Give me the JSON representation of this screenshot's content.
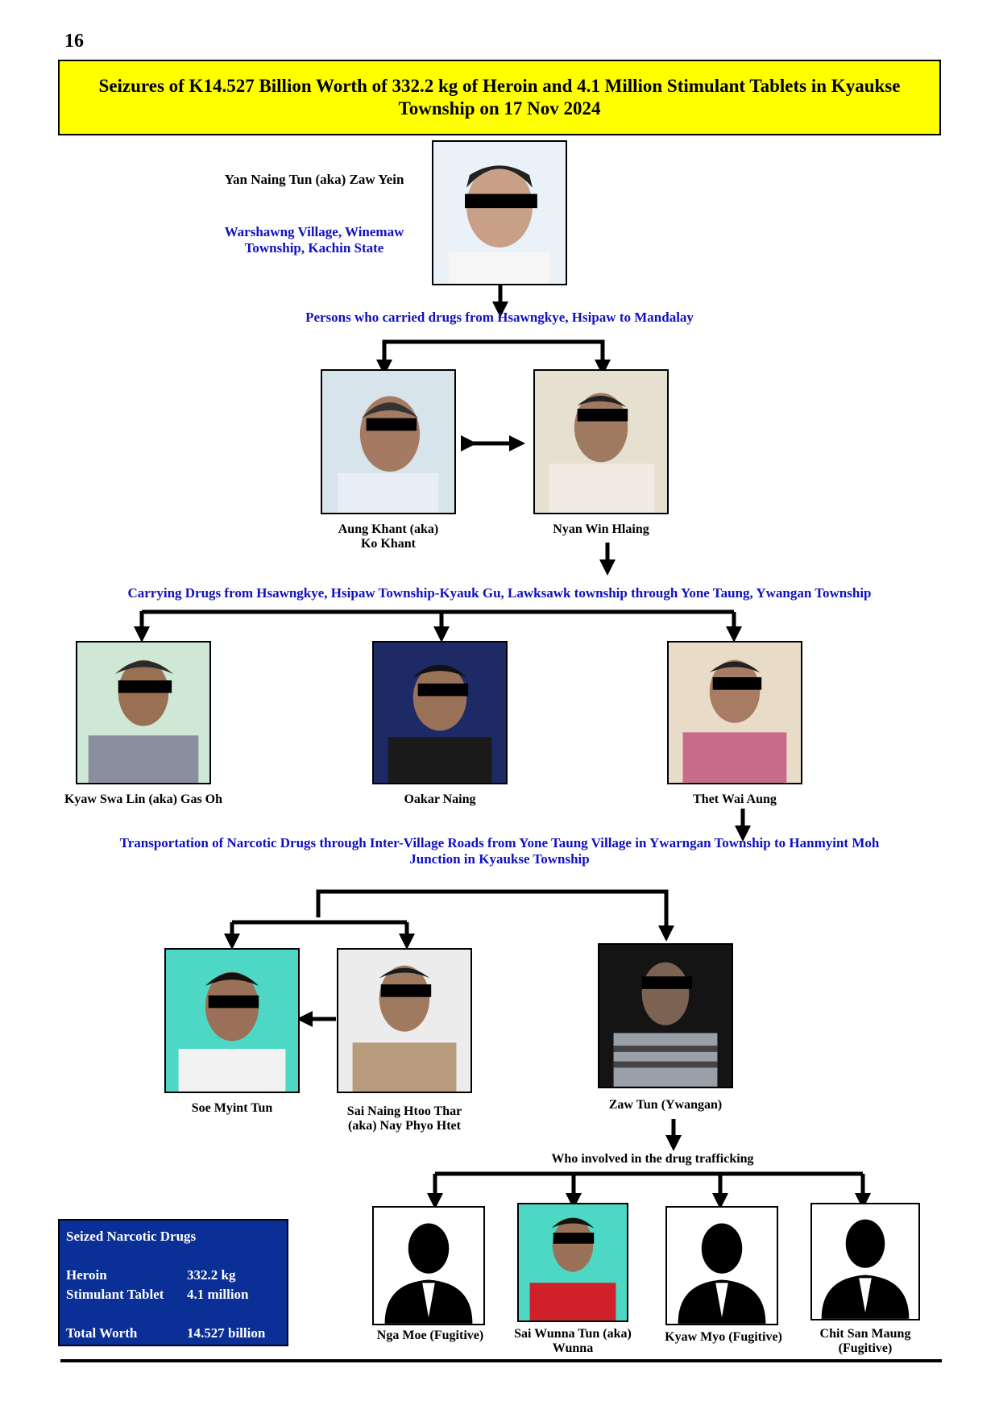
{
  "page_number": "16",
  "title": "Seizures of K14.527 Billion Worth of 332.2 kg of Heroin and 4.1 Million Stimulant Tablets in Kyaukse Township on 17 Nov 2024",
  "top_person": {
    "name": "Yan Naing Tun (aka) Zaw Yein",
    "address_line1": "Warshawng Village, Winemaw",
    "address_line2": "Township, Kachin State"
  },
  "section1": "Persons who carried drugs from Hsawngkye, Hsipaw to Mandalay",
  "tier1": [
    {
      "line1": "Aung Khant (aka)",
      "line2": "Ko Khant"
    },
    {
      "line1": "Nyan Win Hlaing",
      "line2": ""
    }
  ],
  "section2": "Carrying Drugs from Hsawngkye, Hsipaw Township-Kyauk Gu, Lawksawk township through Yone Taung,  Ywangan Township",
  "tier2": [
    {
      "name": "Kyaw Swa Lin (aka) Gas Oh"
    },
    {
      "name": "Oakar Naing"
    },
    {
      "name": "Thet Wai Aung"
    }
  ],
  "section3_line1": "Transportation of Narcotic Drugs through Inter-Village Roads from Yone Taung Village in Ywarngan Township to Hanmyint Moh",
  "section3_line2": "Junction in Kyaukse Township",
  "tier3": [
    {
      "line1": "Soe Myint Tun",
      "line2": ""
    },
    {
      "line1": "Sai Naing Htoo Thar",
      "line2": "(aka) Nay Phyo Htet"
    },
    {
      "line1": "Zaw Tun (Ywangan)",
      "line2": ""
    }
  ],
  "section4": "Who involved in the drug trafficking",
  "tier4": [
    {
      "line1": "Nga Moe (Fugitive)",
      "line2": ""
    },
    {
      "line1": "Sai Wunna Tun (aka)",
      "line2": "Wunna"
    },
    {
      "line1": "Kyaw Myo (Fugitive)",
      "line2": ""
    },
    {
      "line1": "Chit San Maung",
      "line2": "(Fugitive)"
    }
  ],
  "summary": {
    "heading": "Seized Narcotic Drugs",
    "rows": [
      {
        "label": "Heroin",
        "value": "332.2 kg"
      },
      {
        "label": "Stimulant Tablet",
        "value": "4.1 million"
      }
    ],
    "total_label": "Total Worth",
    "total_value": "14.527 billion"
  },
  "colors": {
    "title_bg": "#ffff00",
    "section_text": "#1010c0",
    "summary_bg": "#0a2f96"
  }
}
